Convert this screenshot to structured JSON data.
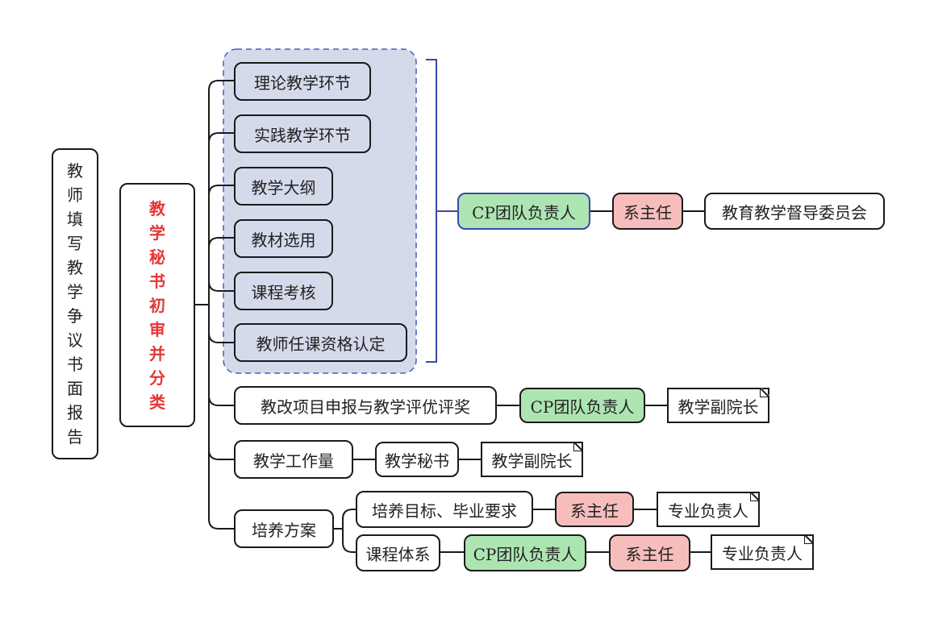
{
  "root": {
    "label": "教师填写教学争议书面报告",
    "chars": [
      "教",
      "师",
      "填",
      "写",
      "教",
      "学",
      "争",
      "议",
      "书",
      "面",
      "报",
      "告"
    ]
  },
  "primary": {
    "label": "教学秘书初审并分类",
    "chars": [
      "教",
      "学",
      "秘",
      "书",
      "初",
      "审",
      "并",
      "分",
      "类"
    ],
    "color": "#e63636"
  },
  "group": {
    "items": [
      "理论教学环节",
      "实践教学环节",
      "教学大纲",
      "教材选用",
      "课程考核",
      "教师任课资格认定"
    ],
    "flow": [
      "CP团队负责人",
      "系主任",
      "教育教学督导委员会"
    ]
  },
  "branches": {
    "reform": {
      "label": "教改项目申报与教学评优评奖",
      "flow": [
        "CP团队负责人",
        "教学副院长"
      ]
    },
    "workload": {
      "label": "教学工作量",
      "flow": [
        "教学秘书",
        "教学副院长"
      ]
    },
    "program": {
      "label": "培养方案",
      "sub": [
        {
          "label": "培养目标、毕业要求",
          "flow": [
            "系主任",
            "专业负责人"
          ]
        },
        {
          "label": "课程体系",
          "flow": [
            "CP团队负责人",
            "系主任",
            "专业负责人"
          ]
        }
      ]
    }
  },
  "colors": {
    "green": "#ade5b2",
    "red": "#f7bdbd",
    "group_fill": "#d5daeb",
    "group_border": "#4a5bbd",
    "primary_text": "#e63636"
  }
}
